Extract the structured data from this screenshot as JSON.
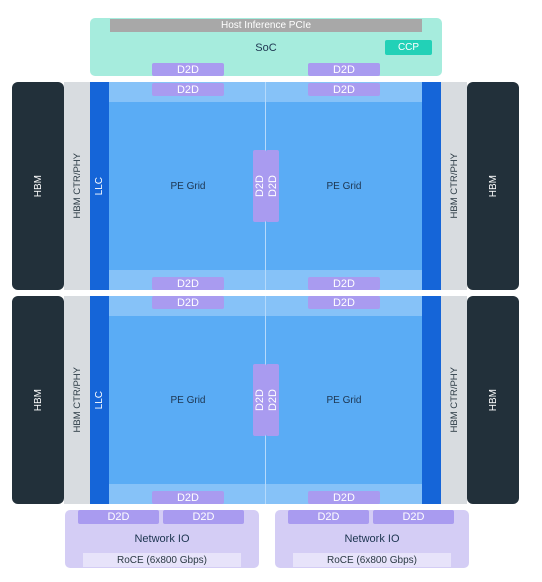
{
  "soc": {
    "pcie_label": "Host Inference PCIe",
    "label": "SoC",
    "ccp_label": "CCP",
    "colors": {
      "soc": "#a6ecdd",
      "ccp": "#22d1b7",
      "pcie": "#a8a8a8"
    }
  },
  "dies": [
    {
      "hbm_left": "HBM",
      "phy_left": "HBM CTR/PHY",
      "llc": "LLC",
      "pe_left": "PE Grid",
      "pe_right": "PE Grid",
      "hbm_right": "HBM",
      "phy_right": "HBM CTR/PHY",
      "d2d_top_left": "D2D",
      "d2d_top_right": "D2D",
      "d2d_mid_1": "D2D",
      "d2d_mid_2": "D2D",
      "d2d_bottom_left": "D2D",
      "d2d_bottom_right": "D2D"
    },
    {
      "hbm_left": "HBM",
      "phy_left": "HBM CTR/PHY",
      "llc": "LLC",
      "pe_left": "PE Grid",
      "pe_right": "PE Grid",
      "hbm_right": "HBM",
      "phy_right": "HBM CTR/PHY",
      "d2d_top_left": "D2D",
      "d2d_top_right": "D2D",
      "d2d_mid_1": "D2D",
      "d2d_mid_2": "D2D",
      "d2d_bottom_left": "D2D",
      "d2d_bottom_right": "D2D"
    }
  ],
  "soc_d2d": [
    "D2D",
    "D2D"
  ],
  "network": [
    {
      "d2d": [
        "D2D",
        "D2D"
      ],
      "label": "Network IO",
      "roce": "RoCE (6x800 Gbps)"
    },
    {
      "d2d": [
        "D2D",
        "D2D"
      ],
      "label": "Network IO",
      "roce": "RoCE (6x800 Gbps)"
    }
  ],
  "colors": {
    "hbm": "#22303a",
    "phy": "#d8dce0",
    "llc": "#1565d8",
    "pe_grid": "#5aacf5",
    "d2d": "#a99bf0",
    "network": "#d4cdf5"
  }
}
